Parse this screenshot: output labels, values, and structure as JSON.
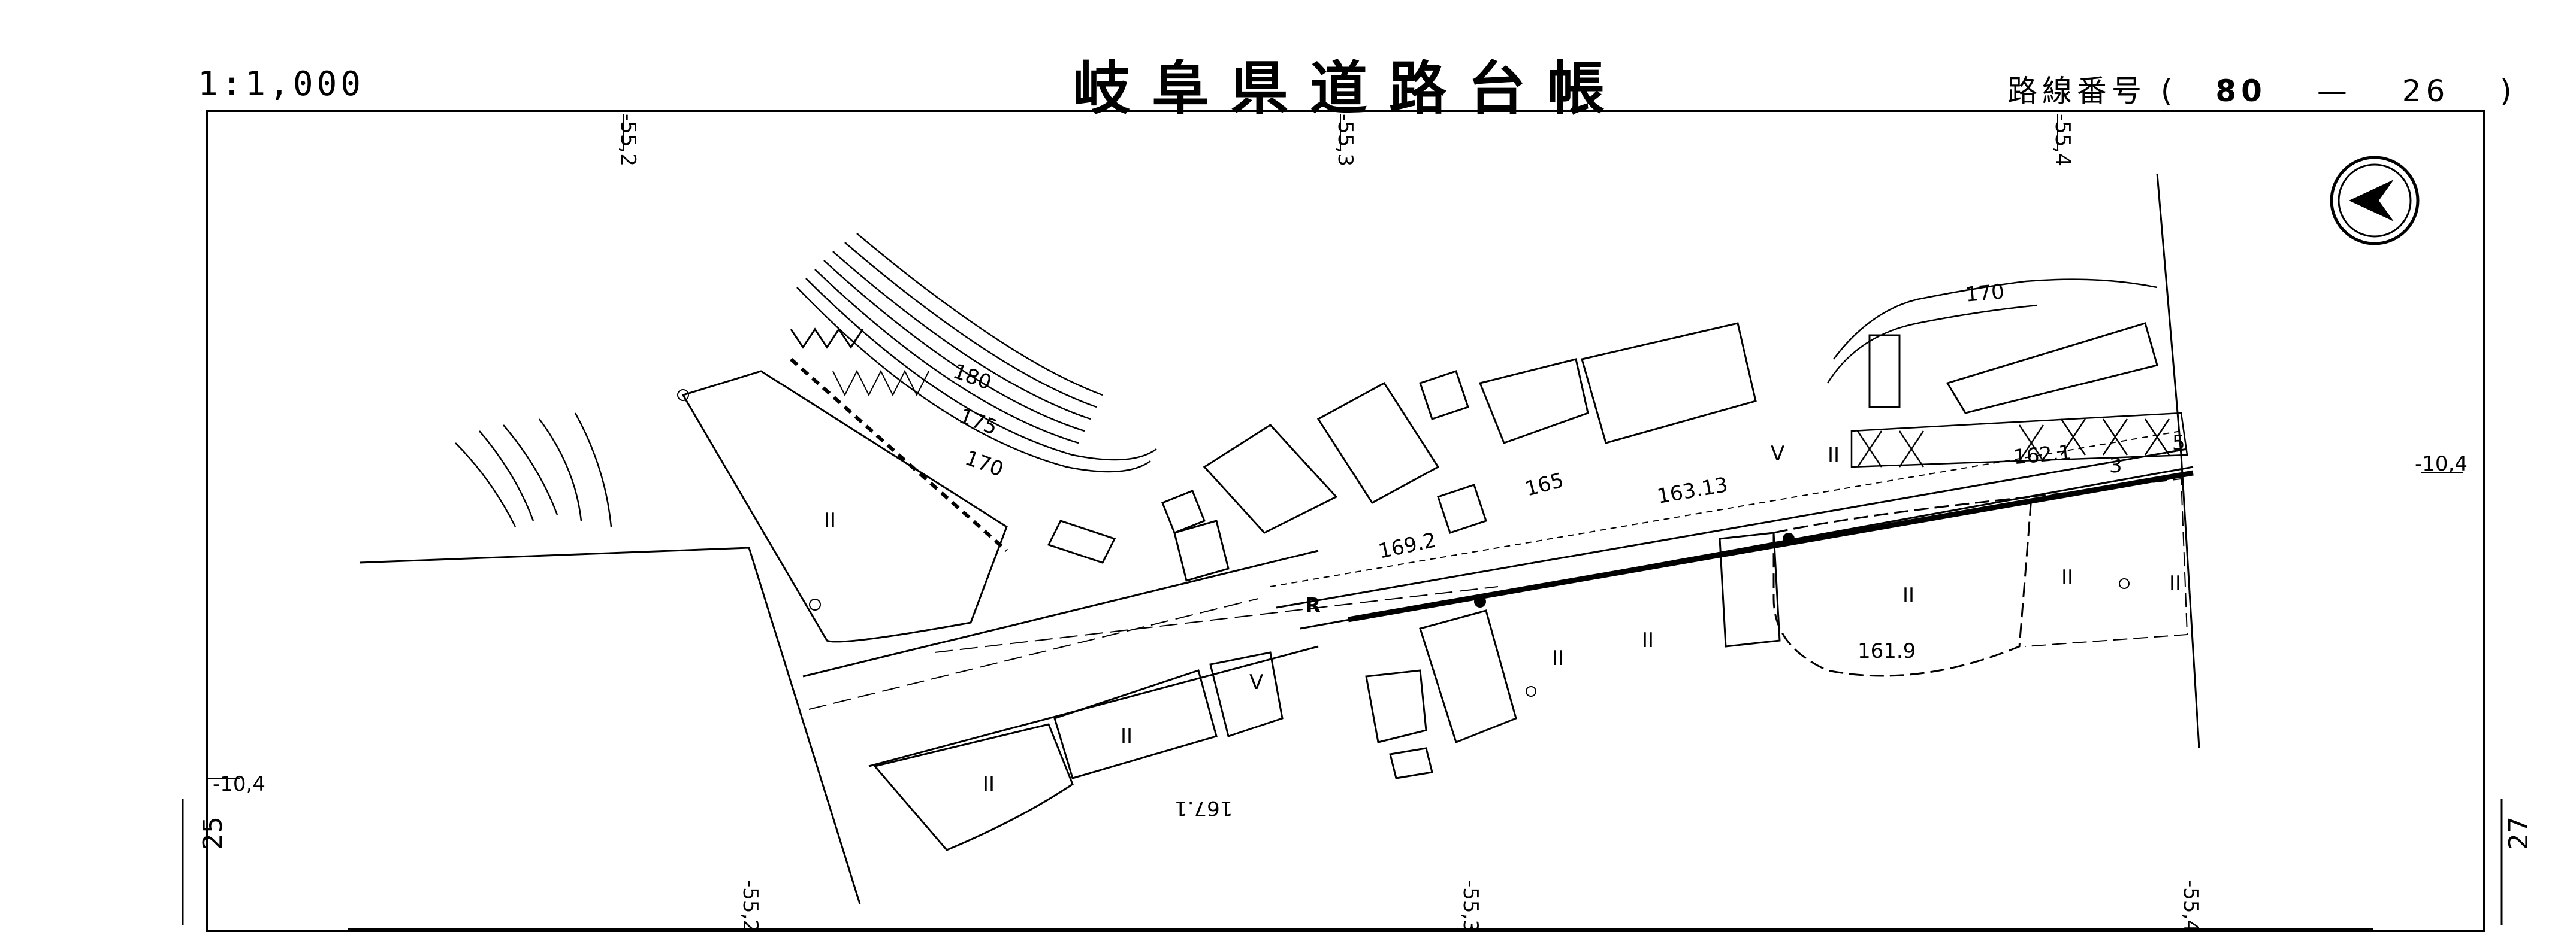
{
  "header": {
    "scale": "1:1,000",
    "title": "岐阜県道路台帳",
    "route_label": "路線番号",
    "route_open": "(",
    "route_number": "80",
    "route_dash": "—",
    "route_sub": "26",
    "route_close": ")"
  },
  "coords": {
    "top": [
      "-55,2",
      "-55,3",
      "-55,4"
    ],
    "bottom": [
      "-55,2",
      "-55,3",
      "-55,4"
    ],
    "left": "-10,4",
    "right": "-10,4"
  },
  "sheets": {
    "left": "25",
    "right": "27"
  },
  "map_labels": {
    "contours": [
      "180",
      "175",
      "170",
      "170",
      "165"
    ],
    "elevations": [
      "169.2",
      "163.13",
      "162.1",
      "161.9",
      "167.1"
    ],
    "lot_marks": [
      "II",
      "II",
      "II",
      "II",
      "II",
      "II",
      "II",
      "II",
      "II",
      "V",
      "V"
    ],
    "road_mark": "R",
    "dist_marks": [
      "5",
      "3"
    ]
  },
  "north_arrow": "north-arrow-symbol"
}
